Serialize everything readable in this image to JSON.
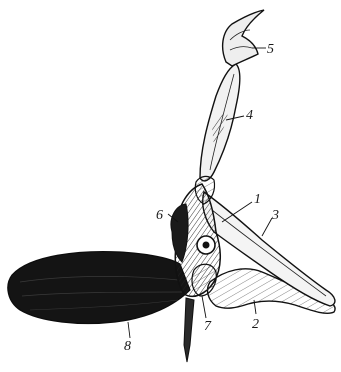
{
  "diagram": {
    "labels": [
      {
        "id": "1",
        "text": "1"
      },
      {
        "id": "2",
        "text": "2"
      },
      {
        "id": "3",
        "text": "3"
      },
      {
        "id": "4",
        "text": "4"
      },
      {
        "id": "5",
        "text": "5"
      },
      {
        "id": "6",
        "text": "6"
      },
      {
        "id": "7",
        "text": "7"
      },
      {
        "id": "8",
        "text": "8"
      }
    ],
    "colors": {
      "ink": "#1a1a1a",
      "paper": "#ffffff"
    }
  }
}
